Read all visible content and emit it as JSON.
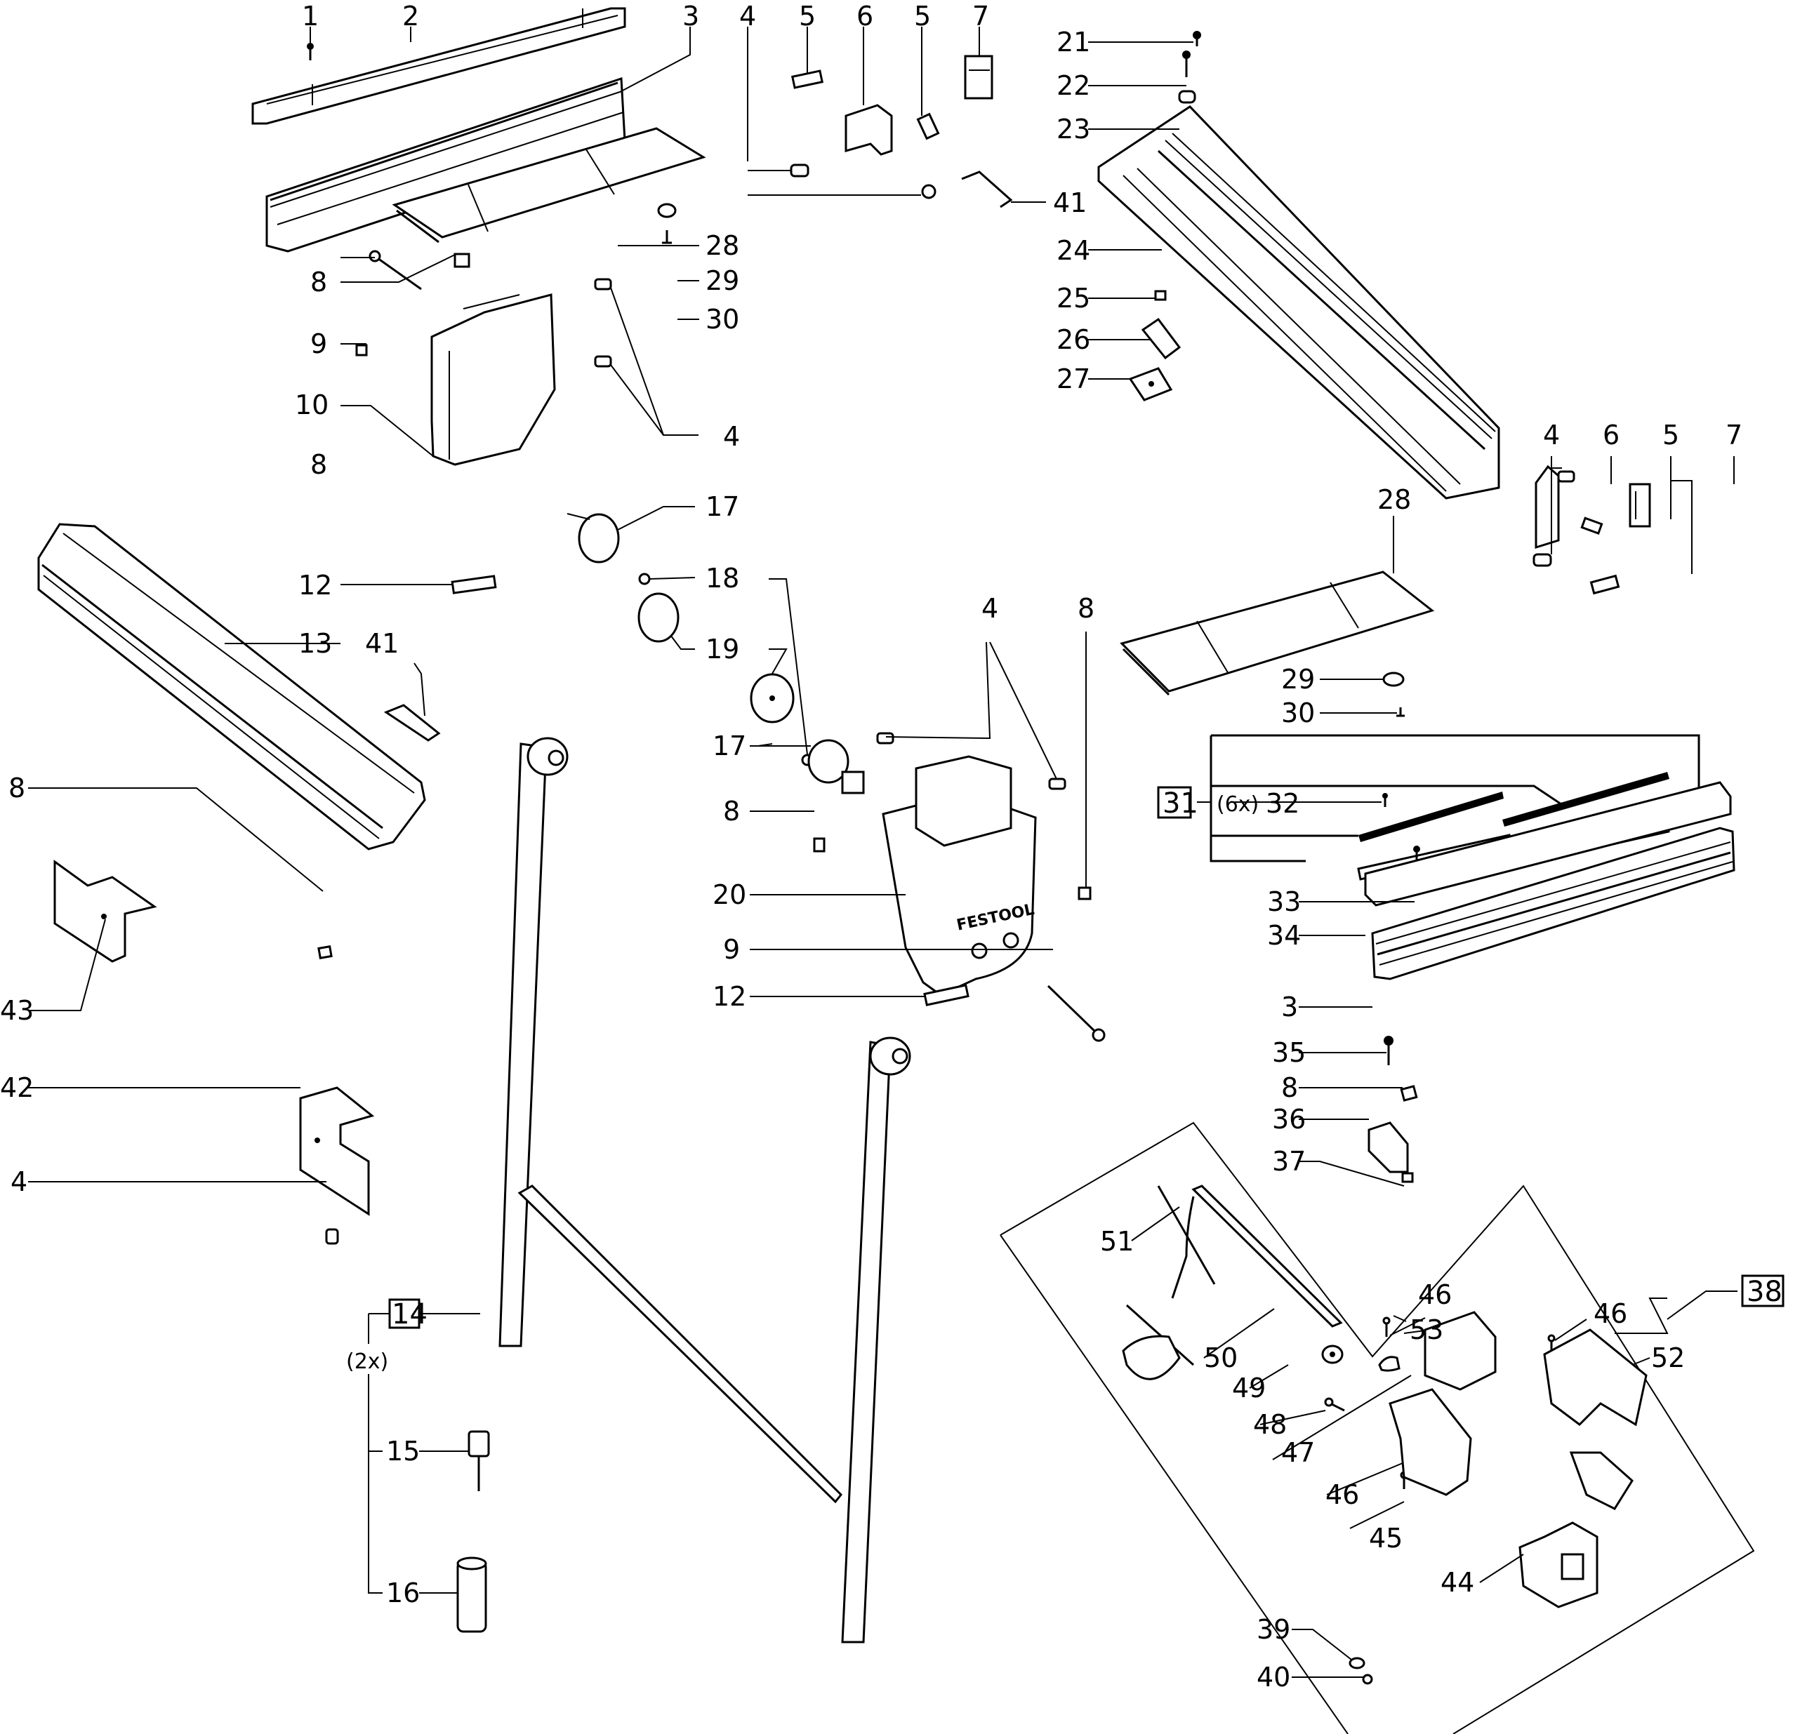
{
  "title": "Exploded parts diagram – Festool table assembly",
  "brand_mark": "FESTOOL",
  "callouts": {
    "c1": "1",
    "c2": "2",
    "c3a": "3",
    "c3b": "3",
    "c4a": "4",
    "c4b": "4",
    "c4c": "4",
    "c4d": "4",
    "c4e": "4",
    "c5a": "5",
    "c5b": "5",
    "c5c": "5",
    "c6a": "6",
    "c6b": "6",
    "c7a": "7",
    "c7b": "7",
    "c8a": "8",
    "c8b": "8",
    "c8c": "8",
    "c8d": "8",
    "c8e": "8",
    "c8f": "8",
    "c9a": "9",
    "c9b": "9",
    "c10": "10",
    "c12a": "12",
    "c12b": "12",
    "c13": "13",
    "c14": "14",
    "c15": "15",
    "c16": "16",
    "c17a": "17",
    "c17b": "17",
    "c18": "18",
    "c19": "19",
    "c20": "20",
    "c21": "21",
    "c22": "22",
    "c23": "23",
    "c24": "24",
    "c25": "25",
    "c26": "26",
    "c27": "27",
    "c28a": "28",
    "c28b": "28",
    "c29a": "29",
    "c29b": "29",
    "c30a": "30",
    "c30b": "30",
    "c31": "31",
    "c32": "32",
    "c33": "33",
    "c34": "34",
    "c35": "35",
    "c36": "36",
    "c37": "37",
    "c38": "38",
    "c39": "39",
    "c40": "40",
    "c41a": "41",
    "c41b": "41",
    "c42": "42",
    "c43": "43",
    "c44": "44",
    "c45": "45",
    "c46a": "46",
    "c46b": "46",
    "c46c": "46",
    "c47": "47",
    "c48": "48",
    "c49": "49",
    "c50": "50",
    "c51": "51",
    "c52": "52",
    "c53": "53"
  },
  "multipliers": {
    "m31": "(6x)",
    "m14": "(2x)"
  },
  "assemblies": [
    {
      "id": "31",
      "boxed": true,
      "contains": [
        "32"
      ],
      "quantity": "6x"
    },
    {
      "id": "14",
      "boxed": true,
      "contains": [
        "15",
        "16"
      ],
      "quantity": "2x"
    },
    {
      "id": "38",
      "boxed": true,
      "contains": [
        "44",
        "45",
        "46",
        "47",
        "48",
        "49",
        "50",
        "51",
        "52",
        "53"
      ]
    }
  ]
}
